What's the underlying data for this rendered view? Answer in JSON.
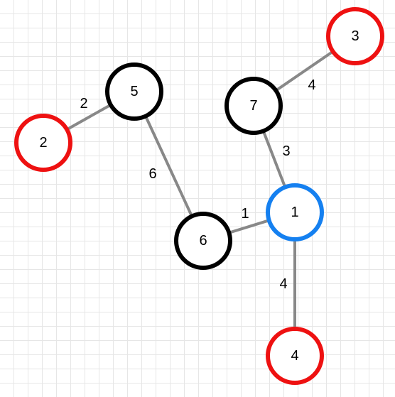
{
  "colors": {
    "edge": "#888888",
    "start_node": "#1580f0",
    "leaf_node": "#ee1111",
    "inner_node": "#000000"
  },
  "graph": {
    "nodes": [
      {
        "id": "1",
        "label": "1",
        "kind": "start_node"
      },
      {
        "id": "2",
        "label": "2",
        "kind": "leaf_node"
      },
      {
        "id": "3",
        "label": "3",
        "kind": "leaf_node"
      },
      {
        "id": "4",
        "label": "4",
        "kind": "leaf_node"
      },
      {
        "id": "5",
        "label": "5",
        "kind": "inner_node"
      },
      {
        "id": "6",
        "label": "6",
        "kind": "inner_node"
      },
      {
        "id": "7",
        "label": "7",
        "kind": "inner_node"
      }
    ],
    "edges": [
      {
        "from": "2",
        "to": "5",
        "weight": "2"
      },
      {
        "from": "5",
        "to": "6",
        "weight": "6"
      },
      {
        "from": "6",
        "to": "1",
        "weight": "1"
      },
      {
        "from": "1",
        "to": "7",
        "weight": "3"
      },
      {
        "from": "7",
        "to": "3",
        "weight": "4"
      },
      {
        "from": "1",
        "to": "4",
        "weight": "4"
      }
    ]
  }
}
